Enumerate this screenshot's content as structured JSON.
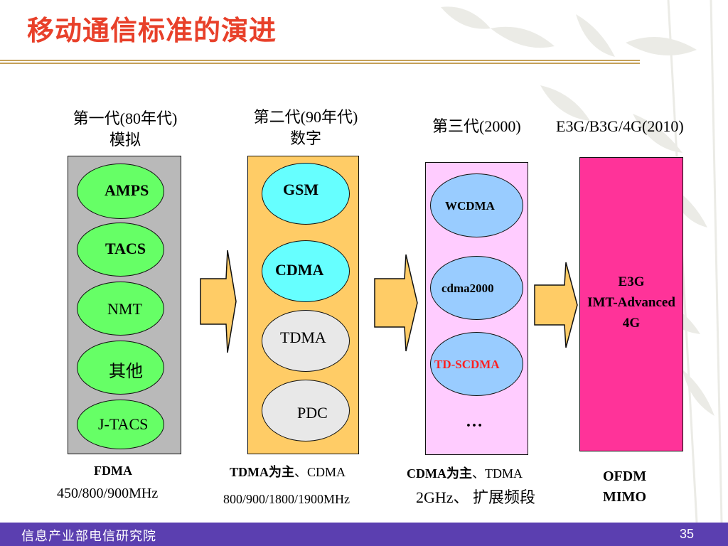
{
  "title": "移动通信标准的演进",
  "colors": {
    "title_red": "#e8402a",
    "panel_gray": "#b9b9b9",
    "panel_orange": "#ffcc66",
    "panel_pink": "#ffccff",
    "panel_magenta": "#ff3399",
    "ellipse_green": "#66ff66",
    "ellipse_cyan": "#66ffff",
    "ellipse_lightgray": "#e8e8e8",
    "ellipse_blue": "#99ccff",
    "arrow_fill": "#ffcc66",
    "footer_purple": "#5b3fb0"
  },
  "generations": {
    "g1": {
      "line1": "第一代(80年代)",
      "line2": "模拟"
    },
    "g2": {
      "line1": "第二代(90年代)",
      "line2": "数字"
    },
    "g3": {
      "line1": "第三代(2000)"
    },
    "g4": {
      "line1": "E3G/B3G/4G(2010)"
    }
  },
  "gen1_items": [
    "AMPS",
    "TACS",
    "NMT",
    "其他",
    "J-TACS"
  ],
  "gen2_items": [
    "GSM",
    "CDMA",
    "TDMA",
    "PDC"
  ],
  "gen3_items": [
    "WCDMA",
    "cdma2000",
    "TD-SCDMA",
    "…"
  ],
  "gen4_items": [
    "E3G",
    "IMT-Advanced",
    "4G"
  ],
  "bottom": {
    "g1": {
      "access": "FDMA",
      "bands": "450/800/900MHz"
    },
    "g2": {
      "access_main": "TDMA为主",
      "access_rest": "、CDMA",
      "bands": "800/900/1800/1900MHz"
    },
    "g3": {
      "access_main": "CDMA为主",
      "access_rest": "、TDMA",
      "bands": "2GHz、 扩展频段"
    },
    "g4": {
      "line1": "OFDM",
      "line2": "MIMO"
    }
  },
  "footer": {
    "org": "信息产业部电信研究院",
    "page": "35"
  }
}
